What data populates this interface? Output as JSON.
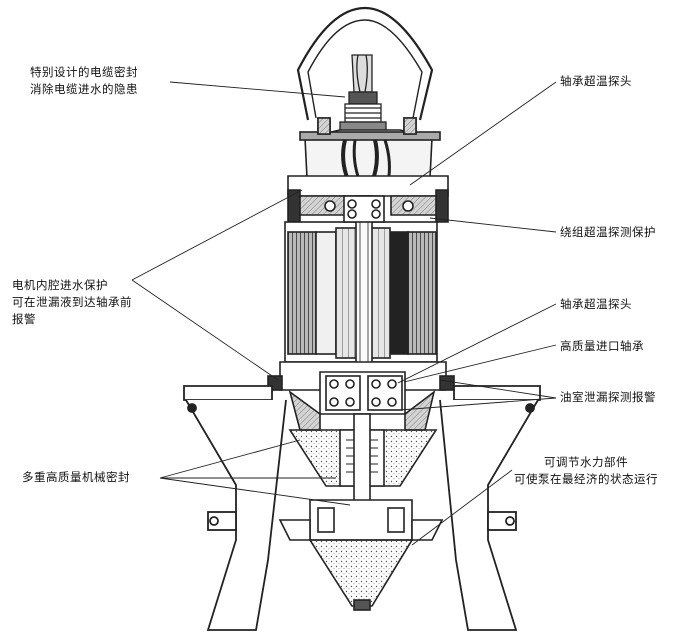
{
  "labels": {
    "cable_seal": [
      "特别设计的电缆密封",
      "消除电缆进水的隐患"
    ],
    "bearing_temp_probe_top": "轴承超温探头",
    "winding_temp_protection": "绕组超温探测保护",
    "motor_cavity_water_protection": [
      "电机内腔进水保护",
      "可在泄漏液到达轴承前",
      "报警"
    ],
    "bearing_temp_probe_bottom": "轴承超温探头",
    "high_quality_imported_bearing": "高质量进口轴承",
    "oil_chamber_leak_alarm": "油室泄漏探测报警",
    "multiple_mechanical_seal": "多重高质量机械密封",
    "adjustable_flow_component": [
      "可调节水力部件",
      "可使泵在最经济的状态运行"
    ]
  }
}
